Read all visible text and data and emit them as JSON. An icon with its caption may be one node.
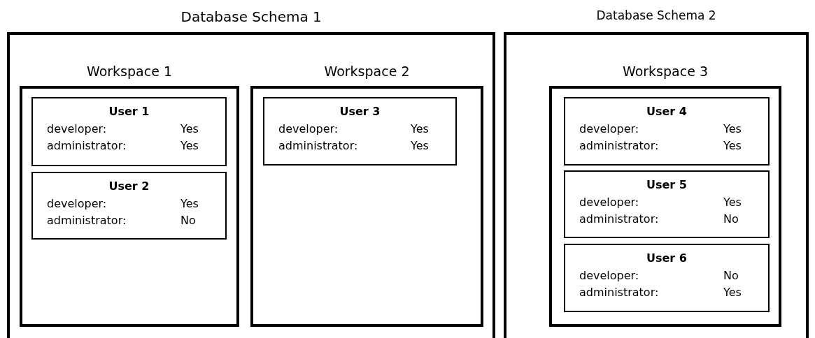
{
  "diagram": {
    "nodes": [
      {
        "text": [
          "Database Schema 1"
        ]
      },
      {
        "text": [
          "Workspace 1"
        ],
        "in": 0
      },
      {
        "text": [
          "User 1",
          "developer:",
          "Yes",
          "administrator:",
          "Yes"
        ],
        "in": 1
      },
      {
        "text": [
          "User 2",
          "developer:",
          "Yes",
          "administrator:",
          "No"
        ],
        "in": 1
      },
      {
        "text": [
          "Workspace 2"
        ],
        "in": 0
      },
      {
        "text": [
          "User 3",
          "developer:",
          "Yes",
          "administrator:",
          "Yes"
        ],
        "in": 4
      },
      {
        "text": [
          "Database Schema 2"
        ]
      },
      {
        "text": [
          "Workspace 3"
        ],
        "in": 6
      },
      {
        "text": [
          "User 4",
          "developer:",
          "Yes",
          "administrator:",
          "Yes"
        ],
        "in": 7
      },
      {
        "text": [
          "User 5",
          "developer:",
          "Yes",
          "administrator:",
          "No"
        ],
        "in": 7
      },
      {
        "text": [
          "User 6",
          "developer:",
          "No",
          "administrator:",
          "Yes"
        ],
        "in": 7
      }
    ],
    "edges": []
  }
}
